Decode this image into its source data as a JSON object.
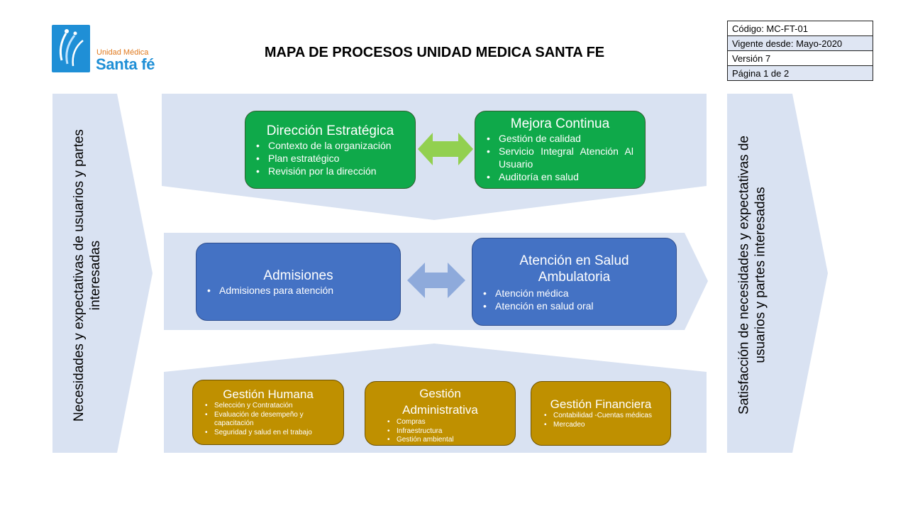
{
  "header": {
    "logo": {
      "line1": "Unidad Médica",
      "line2": "Santa fé"
    },
    "title": "MAPA DE PROCESOS UNIDAD MEDICA SANTA FE",
    "doc_info": [
      "Código: MC-FT-01",
      "Vigente desde: Mayo-2020",
      "Versión 7",
      "Página 1 de 2"
    ]
  },
  "side": {
    "left": "Necesidades y expectativas de usuarios y partes interesadas",
    "right": "Satisfacción de necesidades y expectativas de usuarios y partes interesadas"
  },
  "strategic": {
    "direccion": {
      "title": "Dirección Estratégica",
      "items": [
        "Contexto de la organización",
        "Plan estratégico",
        "Revisión por la dirección"
      ]
    },
    "mejora": {
      "title": "Mejora Continua",
      "items": [
        "Gestión de calidad",
        "Servicio Integral Atención Al Usuario",
        "Auditoría en salud"
      ]
    }
  },
  "mission": {
    "admisiones": {
      "title": "Admisiones",
      "items": [
        "Admisiones para atención"
      ]
    },
    "atencion": {
      "title": "Atención en Salud Ambulatoria",
      "items": [
        "Atención médica",
        "Atención en salud oral"
      ]
    }
  },
  "support": {
    "humana": {
      "title": "Gestión Humana",
      "items": [
        "Selección y Contratación",
        "Evaluación de desempeño y capacitación",
        "Seguridad y salud en el trabajo"
      ]
    },
    "administrativa": {
      "title": "Gestión Administrativa",
      "items": [
        "Compras",
        "Infraestructura",
        "Gestión ambiental"
      ]
    },
    "financiera": {
      "title": "Gestión Financiera",
      "items": [
        "Contabilidad -Cuentas médicas",
        "Mercadeo"
      ]
    }
  },
  "colors": {
    "band": "#d9e2f2",
    "strategic_box": "#0fa94a",
    "strategic_arrow": "#92d050",
    "mission_box": "#4472c4",
    "mission_arrow": "#8eaadb",
    "support_box": "#bf9000"
  }
}
